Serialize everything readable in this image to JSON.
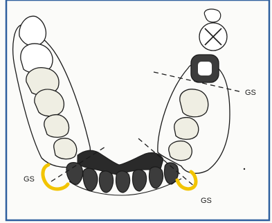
{
  "diagram": {
    "labels": {
      "gs_right_upper": "GS",
      "gs_left_lower": "GS",
      "gs_right_lower": "GS"
    },
    "colors": {
      "frame": "#2e5f9e",
      "paper": "#fbfbf9",
      "outline": "#1a1a1a",
      "tooth_fill": "#efeee3",
      "tooth_blank": "#ffffff",
      "dark_fill": "#3c3c3c",
      "bar_fill": "#2a2a2a",
      "highlight": "#f2c400"
    },
    "icons": [
      "x-mark-icon",
      "crown-square-icon"
    ]
  }
}
